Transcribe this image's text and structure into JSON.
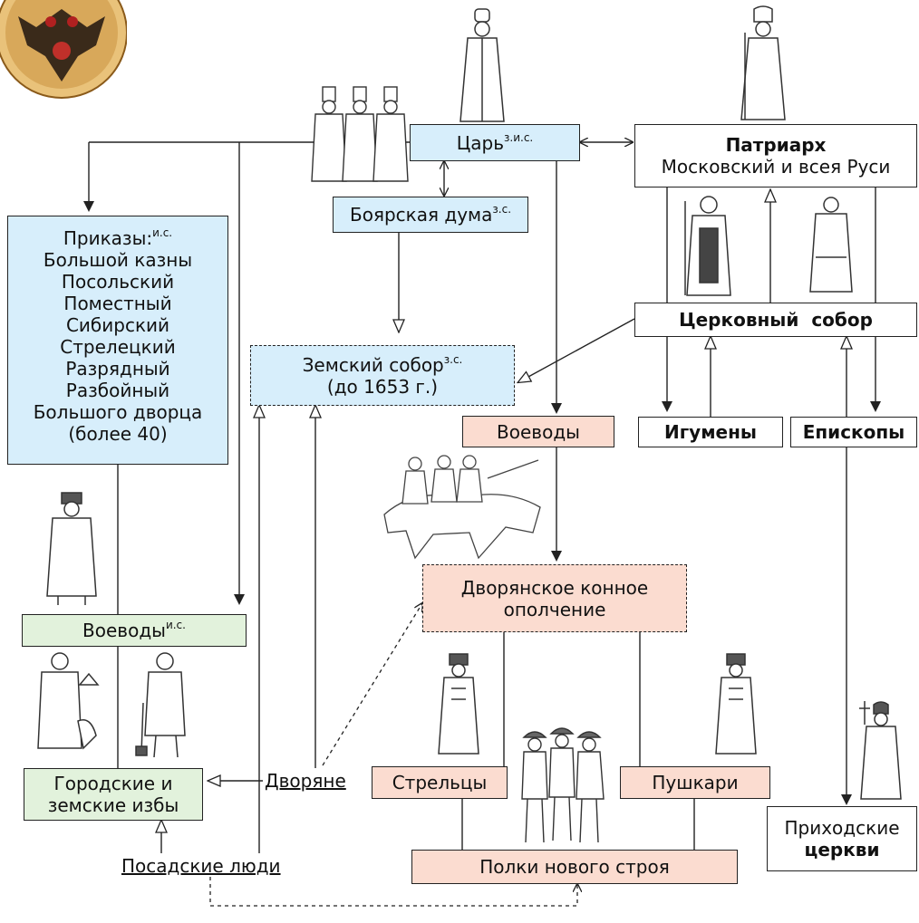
{
  "tsar": {
    "label": "Царь",
    "sup": "з.и.с."
  },
  "boyar_duma": {
    "label": "Боярская дума",
    "sup": "з.с."
  },
  "patriarch": {
    "title": "Патриарх",
    "subtitle": "Московский и всея Руси"
  },
  "prikazy": {
    "title": "Приказы:",
    "sup": "и.с.",
    "items": [
      "Большой казны",
      "Посольский",
      "Поместный",
      "Сибирский",
      "Стрелецкий",
      "Разрядный",
      "Разбойный",
      "Большого дворца",
      "(более 40)"
    ]
  },
  "zemsky_sobor": {
    "label": "Земский собор",
    "sup": "з.с.",
    "note": "(до 1653 г.)"
  },
  "church_council": {
    "label": "Церковный  собор"
  },
  "voevody_military": {
    "label": "Воеводы"
  },
  "igumeny": {
    "label": "Игумены"
  },
  "episkopy": {
    "label": "Епископы"
  },
  "noble_cavalry": {
    "line1": "Дворянское конное",
    "line2": "ополчение"
  },
  "voevody_local": {
    "label": "Воеводы",
    "sup": "и.с."
  },
  "town_huts": {
    "line1": "Городские и",
    "line2": "земские избы"
  },
  "dvoryane": {
    "label": "Дворяне"
  },
  "streltsy": {
    "label": "Стрельцы"
  },
  "pushkari": {
    "label": "Пушкари"
  },
  "parish": {
    "line1": "Приходские",
    "line2": "церкви"
  },
  "posadskie": {
    "label": "Посадские люди"
  },
  "new_regiments": {
    "label": "Полки нового строя"
  },
  "colors": {
    "blue_box": "#d7eefb",
    "pink_box": "#fbdcd0",
    "green_box": "#e2f2dc",
    "line": "#222222"
  }
}
